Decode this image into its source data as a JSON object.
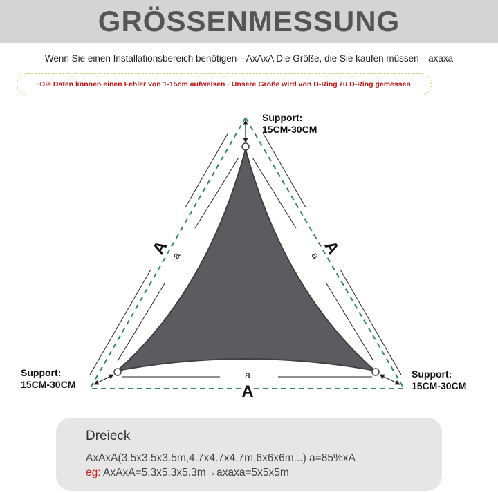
{
  "header": {
    "title": "GRÖSSENMESSUNG"
  },
  "intro": {
    "text": "Wenn Sie einen Installationsbereich benötigen---AxAxA  Die Größe, die Sie kaufen müssen---axaxa"
  },
  "notice": {
    "text": "·Die Daten können einen Fehler von 1-15cm aufweisen  · Unsere Größe wird von D-Ring zu D-Ring gemessen"
  },
  "diagram": {
    "support_top": {
      "line1": "Support:",
      "line2": "15CM-30CM"
    },
    "support_left": {
      "line1": "Support:",
      "line2": "15CM-30CM"
    },
    "support_right": {
      "line1": "Support:",
      "line2": "15CM-30CM"
    },
    "labels": {
      "left_big": "A",
      "left_small": "a",
      "right_big": "A",
      "right_small": "a",
      "bottom_big": "A",
      "bottom_small": "a"
    },
    "colors": {
      "sail": "#5a5c60",
      "dashed_outline": "#2f8a55",
      "arrows": "#222222"
    }
  },
  "card": {
    "title": "Dreieck",
    "line1": "AxAxA(3.5x3.5x3.5m,4.7x4.7x4.7m,6x6x6m...)    a=85%xA",
    "eg_label": "eg:",
    "eg_text": " AxAxA=5.3x5.3x5.3m→axaxa=5x5x5m",
    "eg_color": "#cc1f1f"
  }
}
